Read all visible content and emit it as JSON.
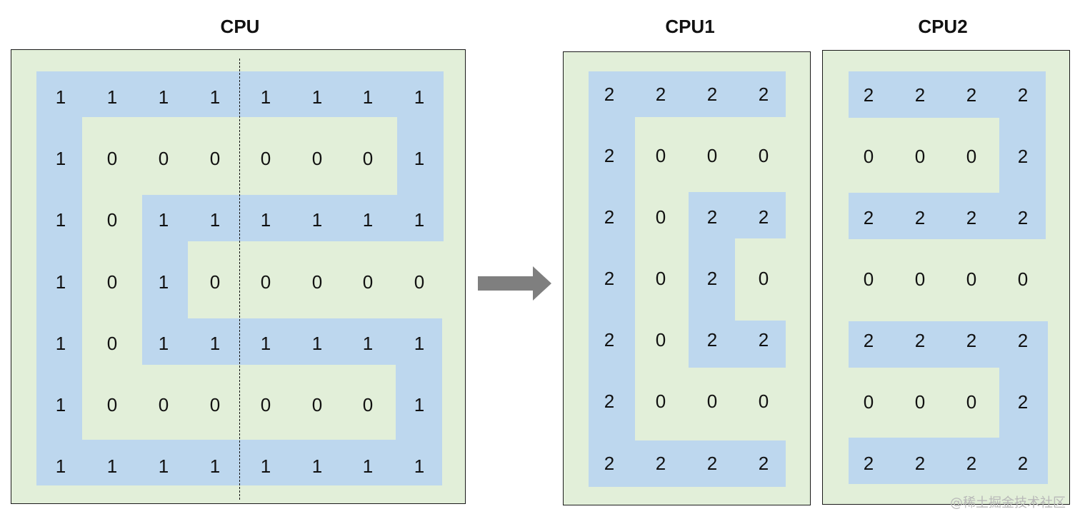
{
  "titles": {
    "cpu": "CPU",
    "cpu1": "CPU1",
    "cpu2": "CPU2"
  },
  "colors": {
    "background_fill": "#e2efd9",
    "path_fill": "#bdd7ee",
    "arrow": "#7f7f7f",
    "border": "#1a1a1a"
  },
  "grids": {
    "cpu": [
      [
        "1",
        "1",
        "1",
        "1",
        "1",
        "1",
        "1",
        "1"
      ],
      [
        "1",
        "0",
        "0",
        "0",
        "0",
        "0",
        "0",
        "1"
      ],
      [
        "1",
        "0",
        "1",
        "1",
        "1",
        "1",
        "1",
        "1"
      ],
      [
        "1",
        "0",
        "1",
        "0",
        "0",
        "0",
        "0",
        "0"
      ],
      [
        "1",
        "0",
        "1",
        "1",
        "1",
        "1",
        "1",
        "1"
      ],
      [
        "1",
        "0",
        "0",
        "0",
        "0",
        "0",
        "0",
        "1"
      ],
      [
        "1",
        "1",
        "1",
        "1",
        "1",
        "1",
        "1",
        "1"
      ]
    ],
    "cpu1": [
      [
        "2",
        "2",
        "2",
        "2"
      ],
      [
        "2",
        "0",
        "0",
        "0"
      ],
      [
        "2",
        "0",
        "2",
        "2"
      ],
      [
        "2",
        "0",
        "2",
        "0"
      ],
      [
        "2",
        "0",
        "2",
        "2"
      ],
      [
        "2",
        "0",
        "0",
        "0"
      ],
      [
        "2",
        "2",
        "2",
        "2"
      ]
    ],
    "cpu2": [
      [
        "2",
        "2",
        "2",
        "2"
      ],
      [
        "0",
        "0",
        "0",
        "2"
      ],
      [
        "2",
        "2",
        "2",
        "2"
      ],
      [
        "0",
        "0",
        "0",
        "0"
      ],
      [
        "2",
        "2",
        "2",
        "2"
      ],
      [
        "0",
        "0",
        "0",
        "2"
      ],
      [
        "2",
        "2",
        "2",
        "2"
      ]
    ]
  },
  "arrow_icon": "right-arrow-icon",
  "watermark": "@稀土掘金技术社区"
}
